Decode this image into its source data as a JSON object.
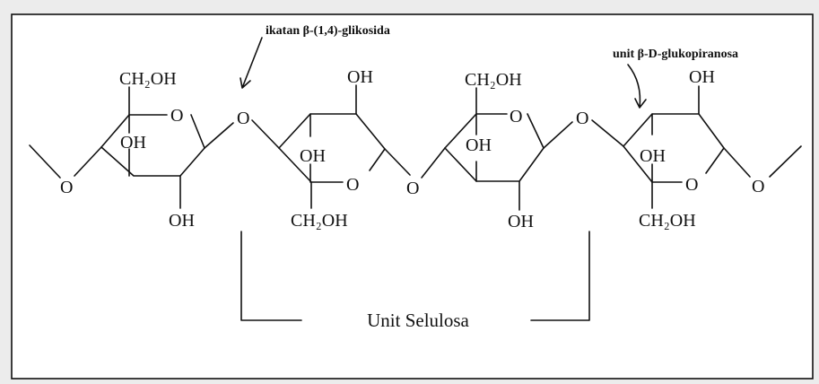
{
  "figure": {
    "annotations": {
      "linkage": "ikatan β-(1,4)-glikosida",
      "unit": "unit β-D-glukopiranosa"
    },
    "caption": "Unit Selulosa",
    "bridge_oxygens": [
      "O",
      "O",
      "O",
      "O",
      "O"
    ],
    "rings": [
      {
        "ring_o": "O",
        "top": "CH₂OH",
        "inner": "OH",
        "bottom": "OH"
      },
      {
        "ring_o": "O",
        "top": "OH",
        "inner": "OH",
        "bottom": "CH₂OH"
      },
      {
        "ring_o": "O",
        "top": "CH₂OH",
        "inner": "OH",
        "bottom": "OH"
      },
      {
        "ring_o": "O",
        "top": "OH",
        "inner": "OH",
        "bottom": "CH₂OH"
      }
    ]
  },
  "colors": {
    "ink": "#111111",
    "paper": "#ffffff",
    "background": "#ececec"
  }
}
